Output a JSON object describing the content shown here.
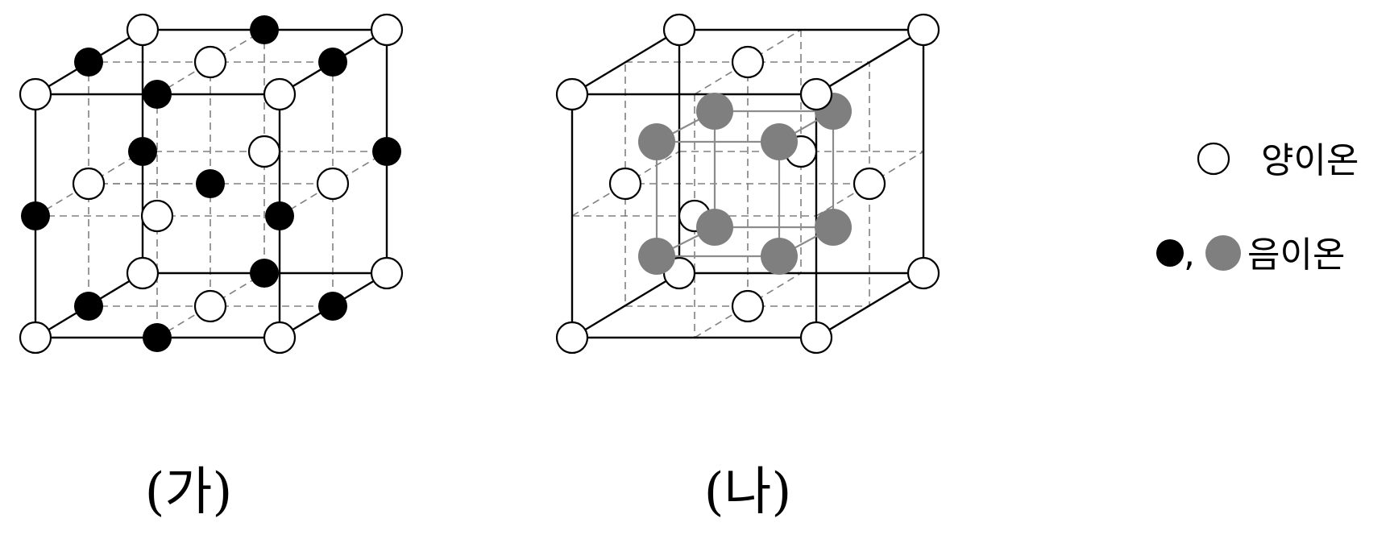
{
  "figure": {
    "panels": [
      {
        "id": "ga",
        "label": "(가)"
      },
      {
        "id": "na",
        "label": "(나)"
      }
    ],
    "legend": {
      "cation_label": "양이온",
      "anion_label": "음이온",
      "separator": ","
    },
    "colors": {
      "edge": "#000000",
      "hidden_edge": "#808080",
      "cation_fill": "#ffffff",
      "anion_black": "#000000",
      "anion_gray": "#7f7f7f",
      "inner_edge": "#8c8c8c"
    }
  }
}
